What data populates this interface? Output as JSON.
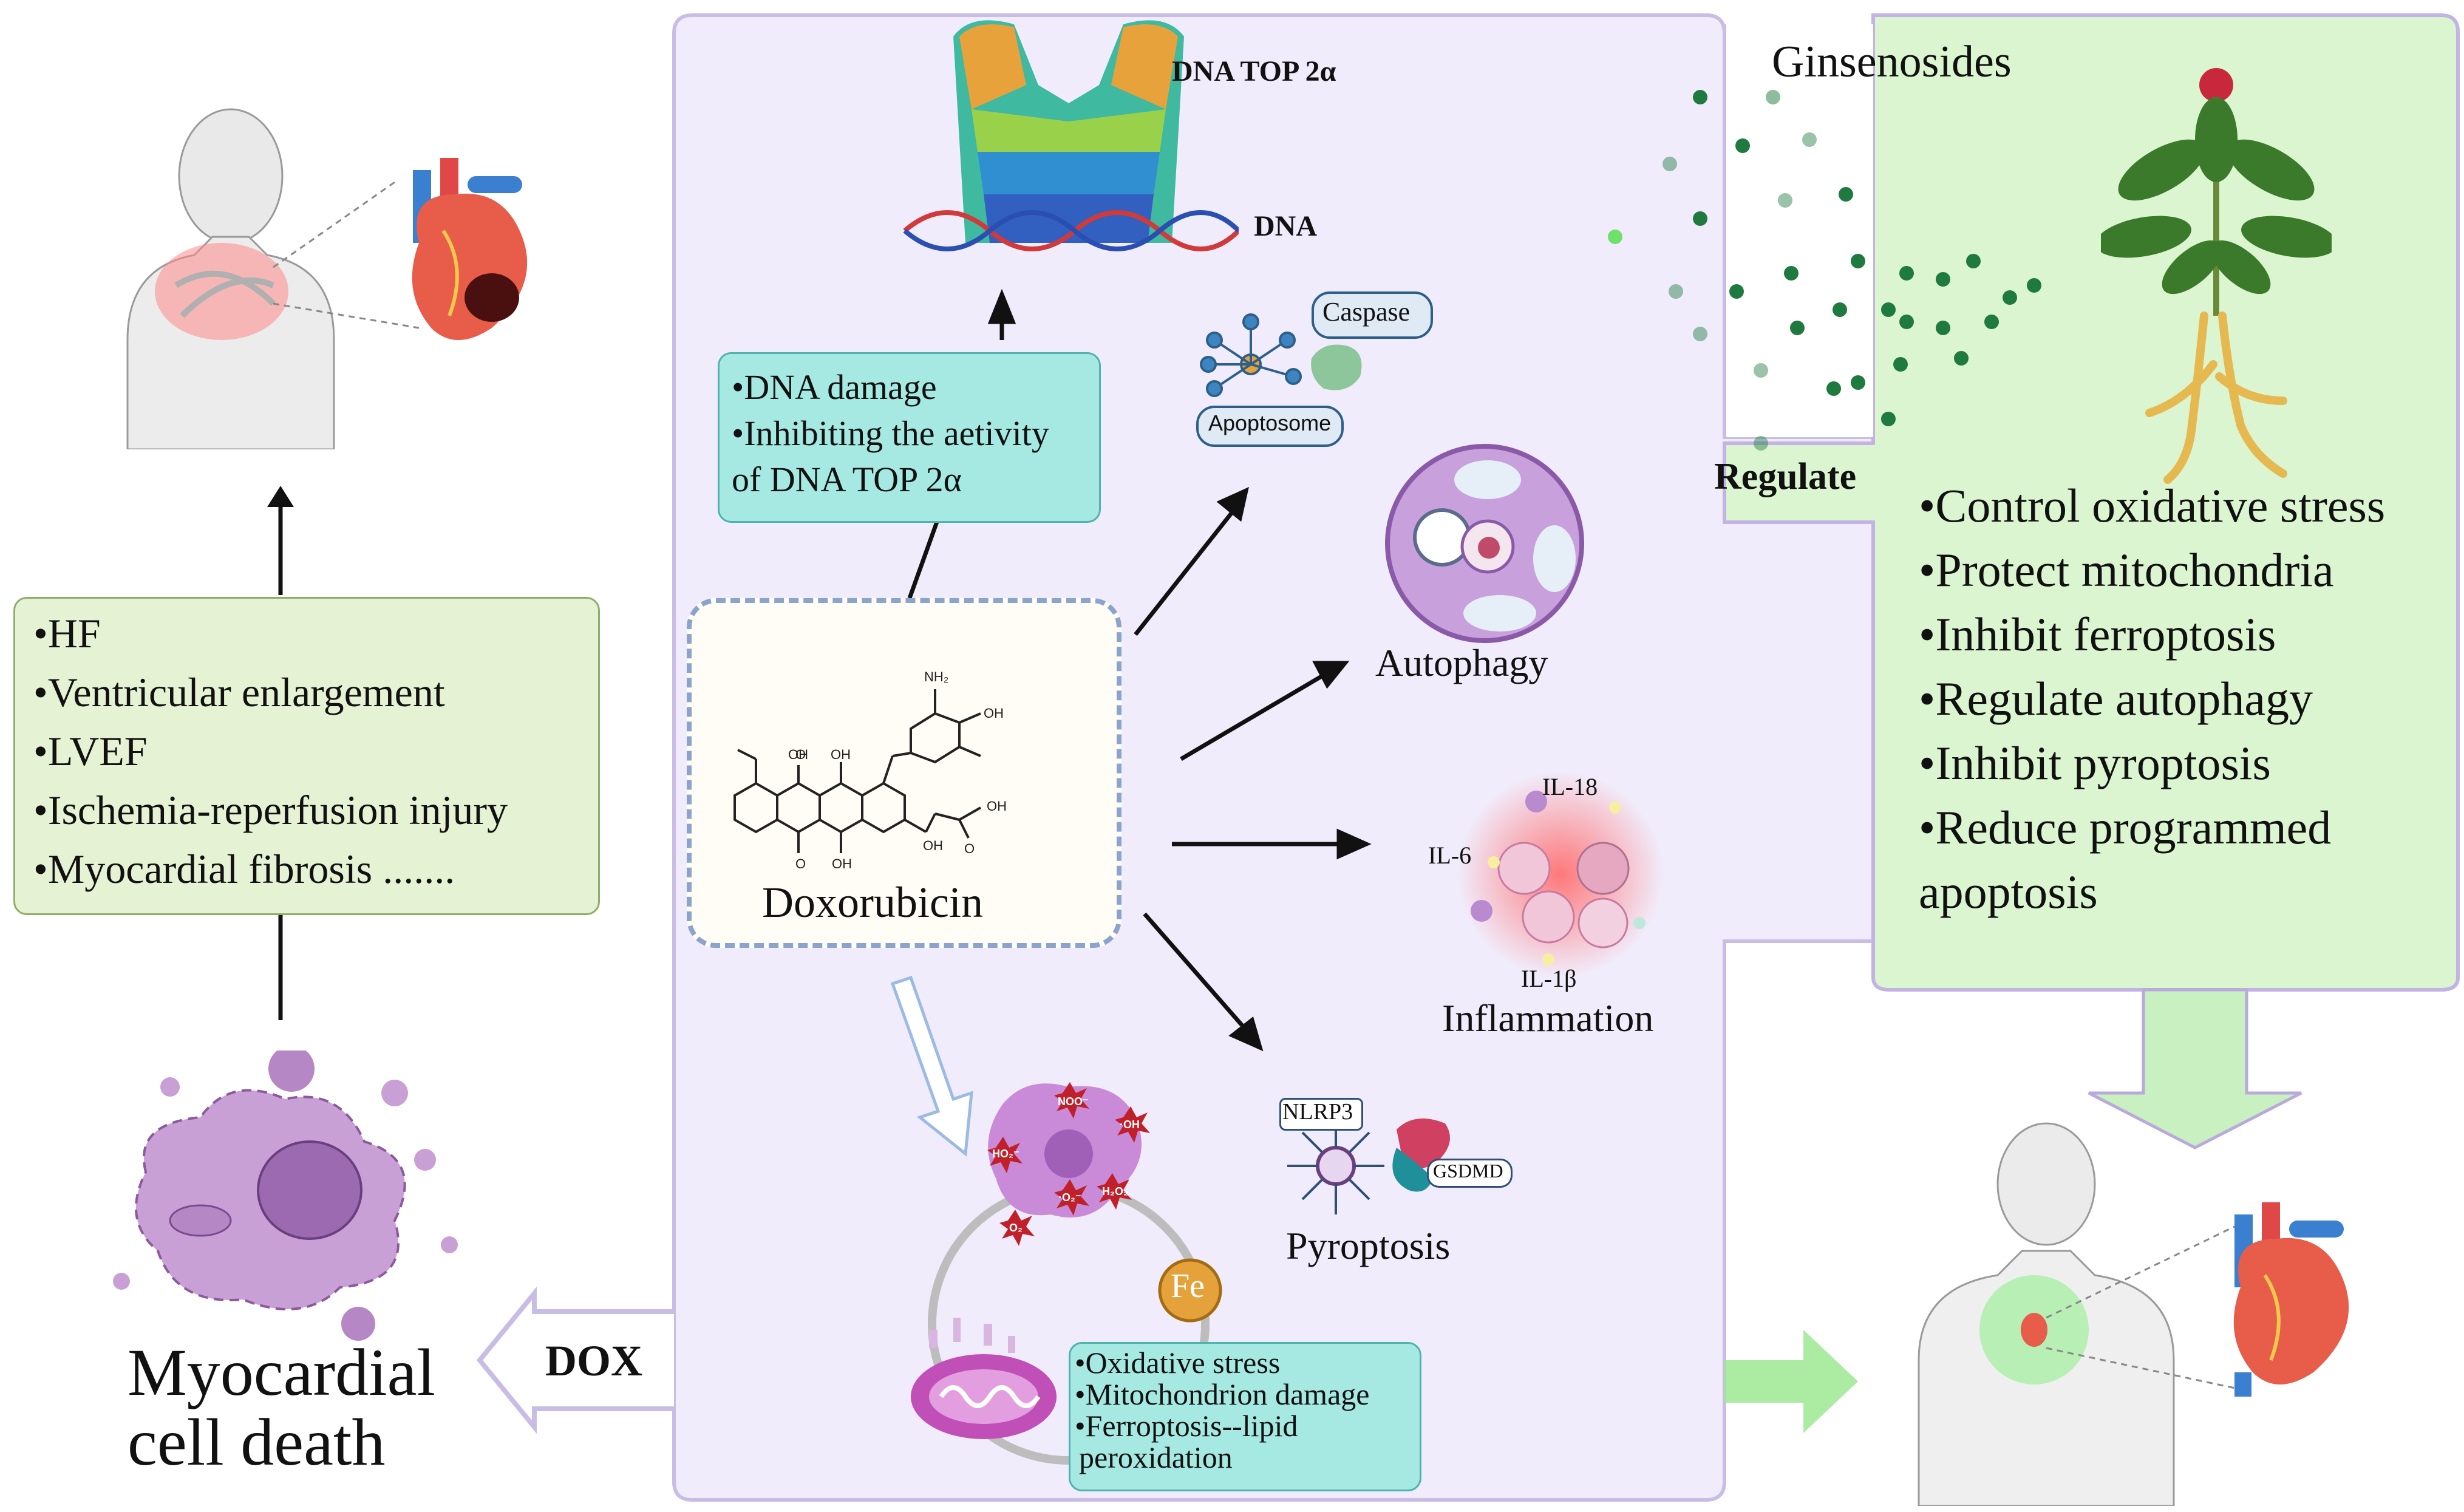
{
  "left_panel": {
    "symptoms": [
      "HF",
      "Ventricular enlargement",
      "LVEF",
      "Ischemia-reperfusion injury",
      "Myocardial fibrosis ......."
    ],
    "cell_death_label_line1": "Myocardial",
    "cell_death_label_line2": "cell death",
    "dox_arrow_label": "DOX"
  },
  "center_panel": {
    "dna_top_label": "DNA TOP 2α",
    "dna_label": "DNA",
    "dna_box_items": [
      "DNA damage",
      "Inhibiting the aetivity",
      "of DNA TOP 2α"
    ],
    "drug_name": "Doxorubicin",
    "molecule_labels": [
      "NH₂",
      "OH",
      "OH",
      "OH",
      "OH",
      "O",
      "O",
      "O",
      "OH",
      "OH"
    ],
    "caspase_label": "Caspase",
    "apoptosome_label": "Apoptosome",
    "autophagy_label": "Autophagy",
    "inflammation_label": "Inflammation",
    "cytokines": [
      "IL-18",
      "IL-6",
      "IL-1β"
    ],
    "pyroptosis_label": "Pyroptosis",
    "nlrp3_label": "NLRP3",
    "gsdmd_label": "GSDMD",
    "ros_labels": [
      "NOO⁻",
      "HO₂⁻",
      "·OH",
      "H₂O₂",
      "·O₂⁻",
      "O₂"
    ],
    "fe_label": "Fe",
    "ferroptosis_box_items": [
      "Oxidative stress",
      "Mitochondrion damage",
      "Ferroptosis--lipid",
      "peroxidation"
    ]
  },
  "right_panel": {
    "ginsenosides_label": "Ginsenosides",
    "regulate_label": "Regulate",
    "effects": [
      "Control oxidative stress",
      "Protect mitochondria",
      "Inhibit ferroptosis",
      "Regulate autophagy",
      "Inhibit pyroptosis",
      "Reduce programmed",
      "apoptosis"
    ]
  },
  "colors": {
    "center_panel_fill": "#f1ecfb",
    "center_panel_border": "#c9bde6",
    "green_box": "#dbf5d0",
    "teal_box": "#a6e8e2",
    "left_box": "#e6f2d4",
    "dash_border": "#8aa4cc",
    "dots": "#1f7a40"
  }
}
